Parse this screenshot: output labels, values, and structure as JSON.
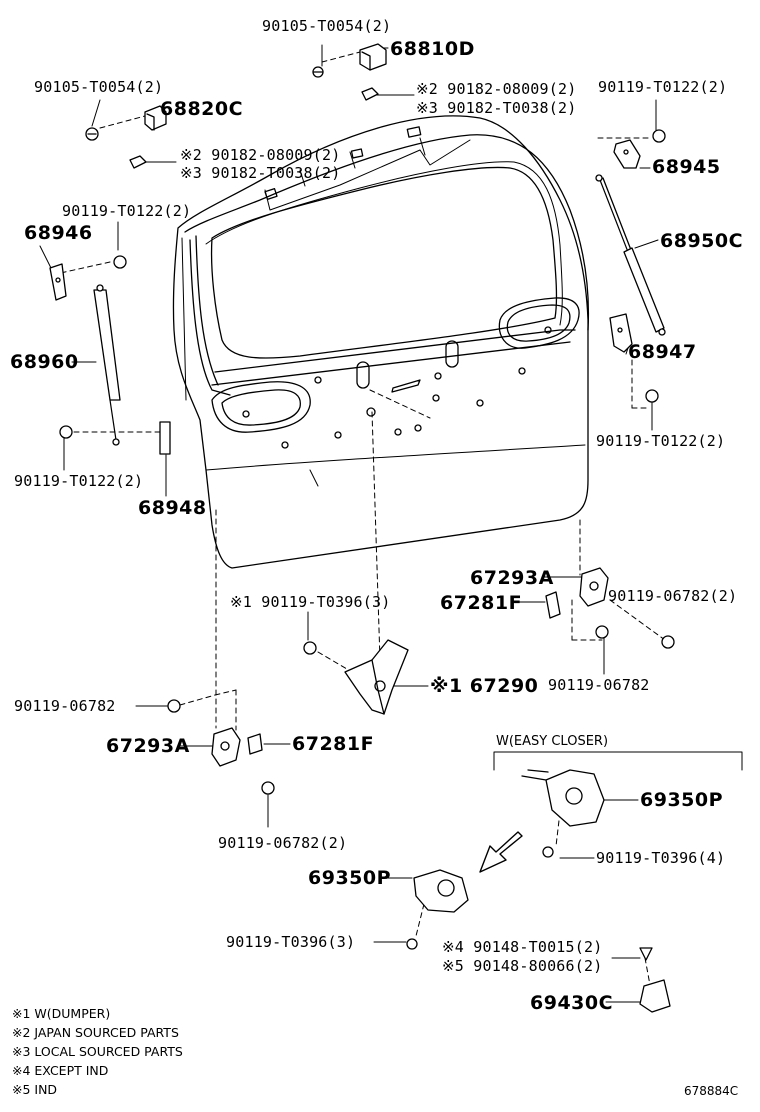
{
  "labels": {
    "p68810D_bolt": "90105-T0054(2)",
    "p68810D": "68810D",
    "p68820C_bolt": "90105-T0054(2)",
    "p68820C": "68820C",
    "clip_a1": "※2 90182-08009(2)",
    "clip_a2": "※3 90182-T0038(2)",
    "clip_b1": "※2 90182-08009(2)",
    "clip_b2": "※3 90182-T0038(2)",
    "r_top_bolt": "90119-T0122(2)",
    "p68945": "68945",
    "p68950C": "68950C",
    "l_top_bolt": "90119-T0122(2)",
    "p68946": "68946",
    "p68960": "68960",
    "p68947": "68947",
    "r_low_bolt": "90119-T0122(2)",
    "l_low_bolt": "90119-T0122(2)",
    "p68948": "68948",
    "p67293A_r": "67293A",
    "p67281F_r": "67281F",
    "r_striker_bolt_a": "90119-06782(2)",
    "r_striker_bolt_b": "90119-06782",
    "dumper_bolt": "※1 90119-T0396(3)",
    "p67290": "※1 67290",
    "l_striker_bolt_a": "90119-06782",
    "p67293A_l": "67293A",
    "p67281F_l": "67281F",
    "l_striker_bolt_b": "90119-06782(2)",
    "easy_closer_header": "W(EASY CLOSER)",
    "p69350P_r": "69350P",
    "closer_bolt_r": "90119-T0396(4)",
    "p69350P_l": "69350P",
    "closer_bolt_l": "90119-T0396(3)",
    "screw_a": "※4 90148-T0015(2)",
    "screw_b": "※5 90148-80066(2)",
    "p69430C": "69430C"
  },
  "notes": [
    "※1 W(DUMPER)",
    "※2 JAPAN SOURCED PARTS",
    "※3 LOCAL SOURCED PARTS",
    "※4 EXCEPT IND",
    "※5 IND"
  ],
  "diagram_ref": "678884C"
}
